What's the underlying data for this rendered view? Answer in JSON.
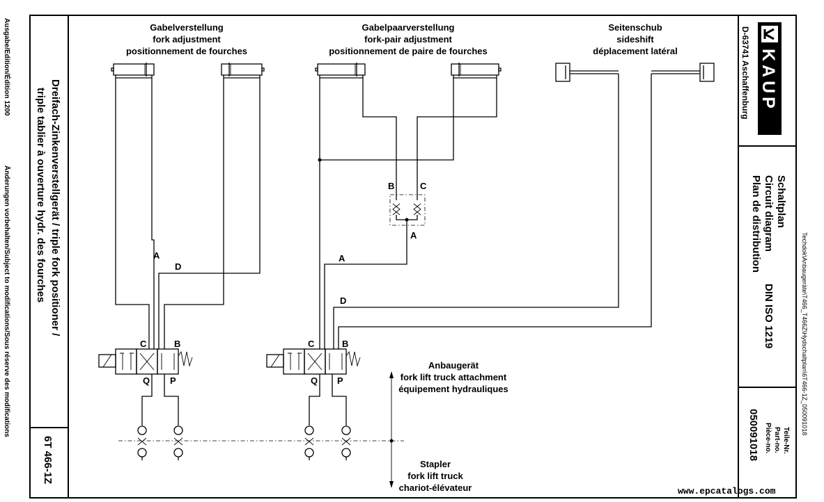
{
  "margin_left": {
    "edition": "Ausgabe/Edition/Édition 1200",
    "modifications": "Änderungen vorbehalten/Subject to modifications/Sous réserve des modifications"
  },
  "title_block": {
    "line1": "Dreifach-Zinkenverstellgerät / triple fork positioner /",
    "line2": "triple tablier à ouverture hydr. des fourches",
    "model": "6T 466-1Z"
  },
  "sections": {
    "fork_adjustment": [
      "Gabelverstellung",
      "fork adjustment",
      "positionnement de fourches"
    ],
    "fork_pair_adjustment": [
      "Gabelpaarverstellung",
      "fork-pair adjustment",
      "positionnement de paire de fourches"
    ],
    "sideshift": [
      "Seitenschub",
      "sideshift",
      "déplacement  latéral"
    ]
  },
  "zones": {
    "attachment": [
      "Anbaugerät",
      "fork lift truck attachment",
      "équipement hydrauliques"
    ],
    "truck": [
      "Stapler",
      "fork lift truck",
      "chariot-élévateur"
    ]
  },
  "ports": {
    "A": "A",
    "B": "B",
    "C": "C",
    "D": "D",
    "P": "P",
    "Q": "Q"
  },
  "right_block": {
    "company_logo": "KAUP",
    "address": "D-63741 Aschaffenburg",
    "title_de": "Schaltplan",
    "title_en": "Circuit diagram",
    "title_fr": "Plan de distribution",
    "standard": "DIN ISO 1219",
    "part_label_de": "Teile-Nr.",
    "part_label_en": "Part-no.",
    "part_label_fr": "Pièce-no.",
    "part_number": "050091018",
    "file_path": "Techdok\\Anbaugeräte\\T466_T466Z\\Hydschaltplan\\6T466-1Z_050091018"
  },
  "watermark": "www.epcatalogs.com"
}
